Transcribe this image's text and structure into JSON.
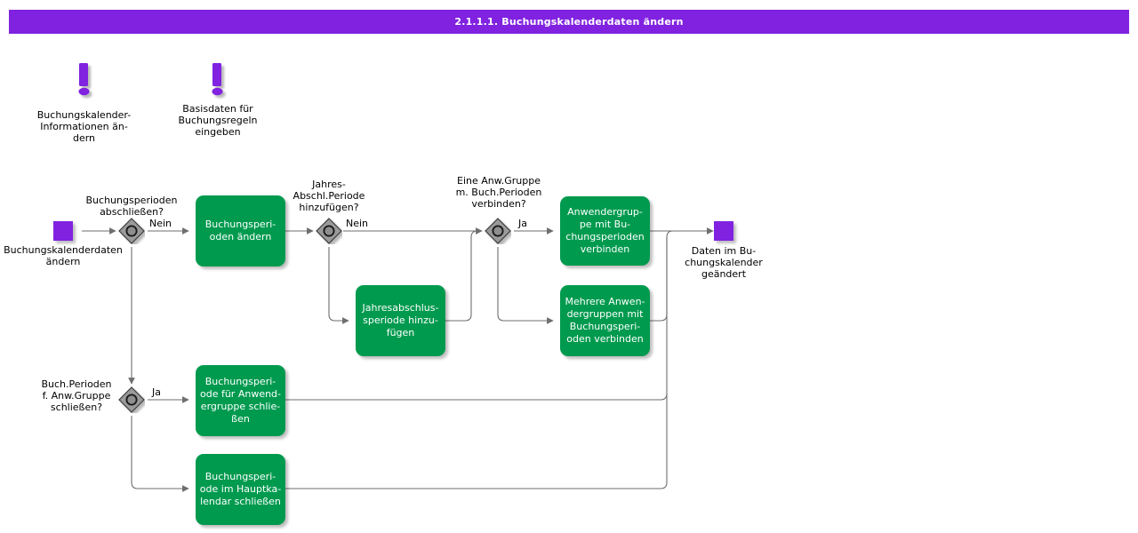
{
  "header": {
    "title": "2.1.1.1. Buchungskalenderdaten ändern",
    "bar_color": "#8022e0",
    "text_color": "#ffffff"
  },
  "palette": {
    "function_green": "#009a4e",
    "event_purple": "#8022e0",
    "decision_gray": "#9a9a9a",
    "decision_border": "#3c3c3c",
    "connector": "#6e6e6e",
    "text": "#000000"
  },
  "hints": [
    {
      "icon": "exclamation-icon",
      "label": "Buchungskalender-\nInformationen än-\ndern"
    },
    {
      "icon": "exclamation-icon",
      "label": "Basisdaten für\nBuchungsregeln\neingeben"
    }
  ],
  "events": [
    {
      "id": "start-event",
      "label": "Buchungskalenderdaten\nändern"
    },
    {
      "id": "end-event",
      "label": "Daten im Bu-\nchungskalender\ngeändert"
    }
  ],
  "decisions": [
    {
      "id": "decision-buchungsperioden-abschliessen",
      "label": "Buchungsperioden\nabschließen?"
    },
    {
      "id": "decision-jahresabschlussperiode",
      "label": "Jahres-\nAbschl.Periode\nhinzufügen?"
    },
    {
      "id": "decision-anwendergruppe-verbinden",
      "label": "Eine Anw.Gruppe\nm. Buch.Perioden\nverbinden?"
    },
    {
      "id": "decision-buchperioden-anwgruppe-schliessen",
      "label": "Buch.Perioden\nf. Anw.Gruppe\nschließen?"
    }
  ],
  "functions": [
    {
      "id": "fn-buchungsperioden-aendern",
      "label": "Buchungsperi-\noden ändern"
    },
    {
      "id": "fn-jahresabschlussperiode-hinzufuegen",
      "label": "Jahresabschlus-\nsperiode hinzu-\nfügen"
    },
    {
      "id": "fn-anwendergruppe-verbinden",
      "label": "Anwendergrup-\npe mit Bu-\nchungsperioden\nverbinden"
    },
    {
      "id": "fn-mehrere-anwendergruppen-verbinden",
      "label": "Mehrere Anwen-\ndergruppen mit\nBuchungsperi-\noden verbinden"
    },
    {
      "id": "fn-buchungsperiode-anwendergruppe-schliessen",
      "label": "Buchungsperi-\node für Anwend-\nergruppe schlie-\nßen"
    },
    {
      "id": "fn-buchungsperiode-hauptkalendar-schliessen",
      "label": "Buchungsperi-\node im Hauptka-\nlendar schließen"
    }
  ],
  "edge_labels": [
    {
      "id": "edge-label-nein-1",
      "text": "Nein"
    },
    {
      "id": "edge-label-nein-2",
      "text": "Nein"
    },
    {
      "id": "edge-label-ja-1",
      "text": "Ja"
    },
    {
      "id": "edge-label-ja-2",
      "text": "Ja"
    }
  ]
}
